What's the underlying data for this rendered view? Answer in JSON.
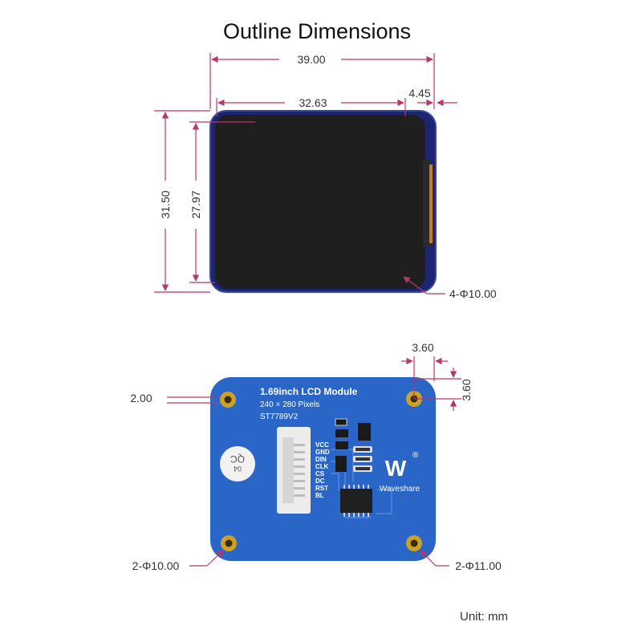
{
  "title": "Outline Dimensions",
  "unit_label": "Unit: mm",
  "colors": {
    "dimension_line": "#b5386a",
    "pcb": "#2a66c7",
    "screen": "#1f1f1f",
    "screen_frame": "#28377a",
    "mount_hole": "#c9a227",
    "chip": "#202020"
  },
  "front_view": {
    "overall_width": "39.00",
    "screen_width": "32.63",
    "side_offset": "4.45",
    "overall_height": "31.50",
    "screen_height": "27.97",
    "corner_label": "4-Φ10.00"
  },
  "back_view": {
    "hole_offset_x": "3.60",
    "hole_offset_y": "3.60",
    "hole_margin": "2.00",
    "left_hole_label": "2-Φ10.00",
    "right_hole_label": "2-Φ11.00",
    "module_title": "1.69inch LCD Module",
    "resolution": "240 × 280 Pixels",
    "driver": "ST7789V2",
    "pins": [
      "VCC",
      "GND",
      "DIN",
      "CLK",
      "CS",
      "DC",
      "RST",
      "BL"
    ],
    "qc_label": "QC",
    "qc_number": "04",
    "brand": "Waveshare",
    "logo_text": "W",
    "registered": "®"
  }
}
